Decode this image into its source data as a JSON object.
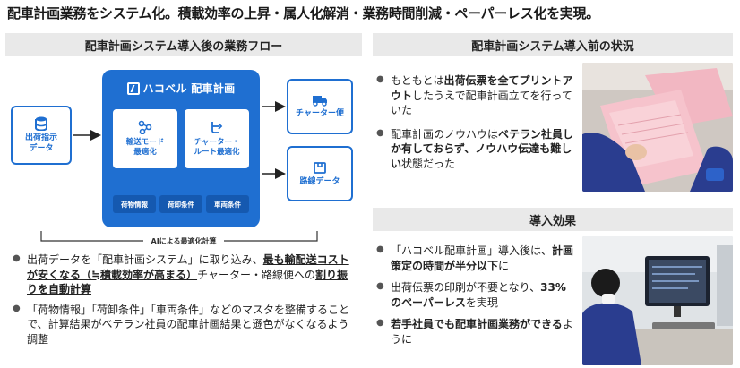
{
  "headline": "配車計画業務をシステム化。積載効率の上昇・属人化解消・業務時間削減・ペーパーレス化を実現。",
  "sections": {
    "flow_title": "配車計画システム導入後の業務フロー",
    "before_title": "配車計画システム導入前の状況",
    "effect_title": "導入効果"
  },
  "diagram": {
    "input_node": {
      "line1": "出荷指示",
      "line2": "データ"
    },
    "hub": {
      "brand": "ハコベル 配車計画",
      "card_mode": {
        "line1": "輸送モード",
        "line2": "最適化"
      },
      "card_truck": {
        "line1": "チャーター・",
        "line2": "ルート最適化"
      },
      "chips": [
        "荷物情報",
        "荷卸条件",
        "車両条件"
      ]
    },
    "output_charter": "チャーター便",
    "output_route": "路線データ",
    "ai_caption": "AIによる最適化計算",
    "accent_color": "#1f6fd1"
  },
  "left_bullets": {
    "item1": {
      "a": "出荷データを「配車計画システム」に取り込み、",
      "b": "最も輸配送コストが安くなる（≒積載効率が高まる）",
      "c": "チャーター・路線便への",
      "d": "割り振りを自動計算"
    },
    "item2": "「荷物情報」「荷卸条件」「車両条件」などのマスタを整備することで、計算結果がベテラン社員の配車計画結果と遜色がなくなるよう調整"
  },
  "before_bullets": {
    "item1": {
      "a": "もともとは",
      "b": "出荷伝票を全てプリントアウト",
      "c": "したうえで配車計画立てを行っていた"
    },
    "item2": {
      "a": "配車計画のノウハウは",
      "b": "ベテラン社員しか有しておらず、ノウハウ伝達も難しい",
      "c": "状態だった"
    }
  },
  "effect_bullets": {
    "item1": {
      "a": "「ハコベル配車計画」導入後は、",
      "b": "計画策定の時間が半分以下",
      "c": "に"
    },
    "item2": {
      "a": "出荷伝票の印刷が不要となり、",
      "b": "33%のペーパーレス",
      "c": "を実現"
    },
    "item3": {
      "a": "若手社員でも配車計画業務ができる",
      "b": "ように"
    }
  }
}
